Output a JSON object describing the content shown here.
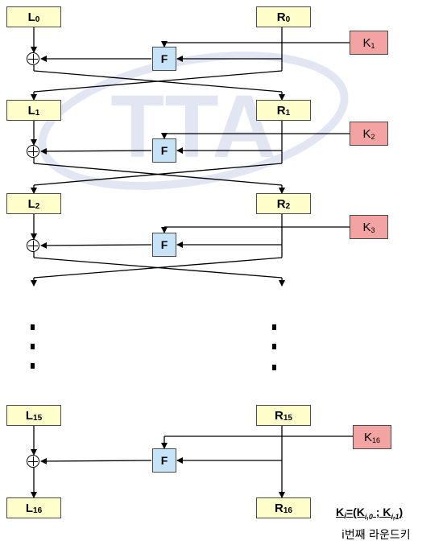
{
  "rounds": [
    {
      "L": "L",
      "Lsub": "0",
      "R": "R",
      "Rsub": "0",
      "K": "K",
      "Ksub": "1",
      "F": "F"
    },
    {
      "L": "L",
      "Lsub": "1",
      "R": "R",
      "Rsub": "1",
      "K": "K",
      "Ksub": "2",
      "F": "F"
    },
    {
      "L": "L",
      "Lsub": "2",
      "R": "R",
      "Rsub": "2",
      "K": "K",
      "Ksub": "3",
      "F": "F"
    },
    {
      "L": "L",
      "Lsub": "15",
      "R": "R",
      "Rsub": "15",
      "K": "K",
      "Ksub": "16",
      "F": "F"
    }
  ],
  "final": {
    "L": "L",
    "Lsub": "16",
    "R": "R",
    "Rsub": "16"
  },
  "note": {
    "formula_k": "K",
    "formula_i": "i",
    "formula_rest1": "=(K",
    "formula_sub1": "i,0",
    "formula_mid": " ; K",
    "formula_sub2": "i,1",
    "formula_end": ")",
    "caption": "i번째 라운드키"
  },
  "watermark": "TTA",
  "colors": {
    "lr_box": "#ffffcc",
    "key_box": "#f4a3a3",
    "f_box": "#c7e3f7",
    "watermark": "#c9d2e8"
  }
}
